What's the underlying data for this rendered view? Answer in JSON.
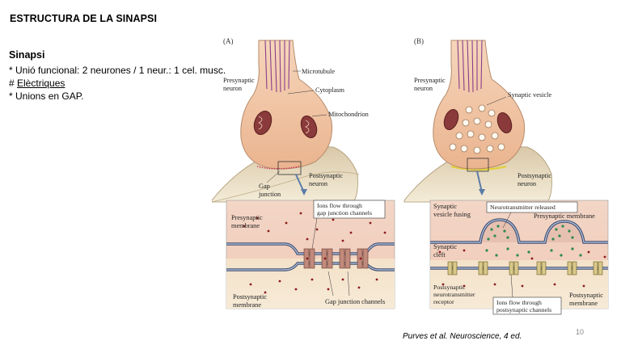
{
  "slide": {
    "title": "ESTRUCTURA  DE LA SINAPSI",
    "heading": "Sinapsi",
    "line1": "* Unió funcional: 2 neurones / 1 neur.: 1 cel. musc.",
    "line2_prefix": "# ",
    "line2_link": "Elèctriques",
    "line3": "* Unions en GAP.",
    "citation": "Purves et al. Neuroscience, 4 ed.",
    "page_number": "10"
  },
  "figure": {
    "panel_a": {
      "tag": "(A)",
      "presynaptic_neuron": [
        "Presynaptic",
        "neuron"
      ],
      "microtubule": "Microtubule",
      "cytoplasm": "Cytoplasm",
      "mitochondrion": "Mitochondrion",
      "postsynaptic_neuron": [
        "Postsynaptic",
        "neuron"
      ],
      "gap_junction": [
        "Gap",
        "junction"
      ],
      "ions_flow": [
        "Ions flow through",
        "gap junction channels"
      ],
      "presynaptic_membrane": [
        "Presynaptic",
        "membrane"
      ],
      "postsynaptic_membrane": [
        "Postsynaptic",
        "membrane"
      ],
      "gap_junction_channels": "Gap junction channels"
    },
    "panel_b": {
      "tag": "(B)",
      "presynaptic_neuron": [
        "Presynaptic",
        "neuron"
      ],
      "synaptic_vesicle": "Synaptic vesicle",
      "postsynaptic_neuron": [
        "Postsynaptic",
        "neuron"
      ],
      "vesicle_fusing": [
        "Synaptic",
        "vesicle fusing"
      ],
      "neurotransmitter_released": "Neurotransmitter released",
      "presynaptic_membrane": "Presynaptic membrane",
      "synaptic_cleft": [
        "Synaptic",
        "cleft"
      ],
      "receptor": [
        "Postsynaptic",
        "neurotransmitter",
        "receptor"
      ],
      "ions_flow": [
        "Ions flow through",
        "postsynaptic channels"
      ],
      "postsynaptic_membrane": [
        "Postsynaptic",
        "membrane"
      ]
    }
  },
  "colors": {
    "terminal": "#f2c9a8",
    "terminal_stroke": "#b58a6a",
    "microtubule": "#8a3f8c",
    "mitochondrion": "#7a2e2e",
    "postsynaptic": "#e9d2ad",
    "membrane": "#3e4f73",
    "ion": "#8b1a1a",
    "transmitter": "#2d8a4e",
    "channel": "#b07a6a",
    "receptor": "#d8c88a"
  }
}
